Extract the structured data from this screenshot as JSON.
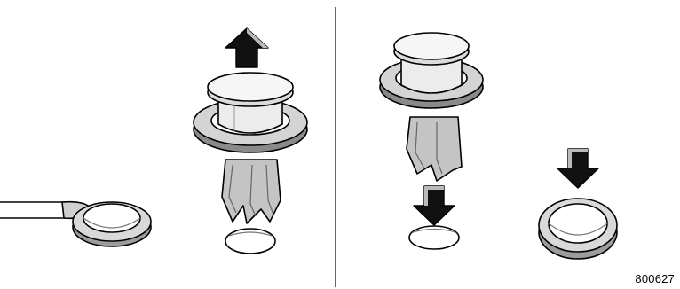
{
  "figure": {
    "code": "800627",
    "colors": {
      "ink": "#000000",
      "paper": "#ffffff",
      "gray_dark": "#7a7a7a",
      "gray_mid": "#a9a9a9",
      "gray_light": "#d6d6d6",
      "arrow": "#111111"
    },
    "panels": [
      {
        "name": "removal",
        "parts": [
          "clip-remover-tool",
          "clip-collar-ring",
          "push-clip-removed",
          "empty-mounting-hole"
        ],
        "arrow_direction": "up"
      },
      {
        "name": "installation",
        "parts": [
          "push-clip-inserted",
          "mounting-hole",
          "clip-collar-ring"
        ],
        "arrow_direction": "down"
      }
    ]
  }
}
